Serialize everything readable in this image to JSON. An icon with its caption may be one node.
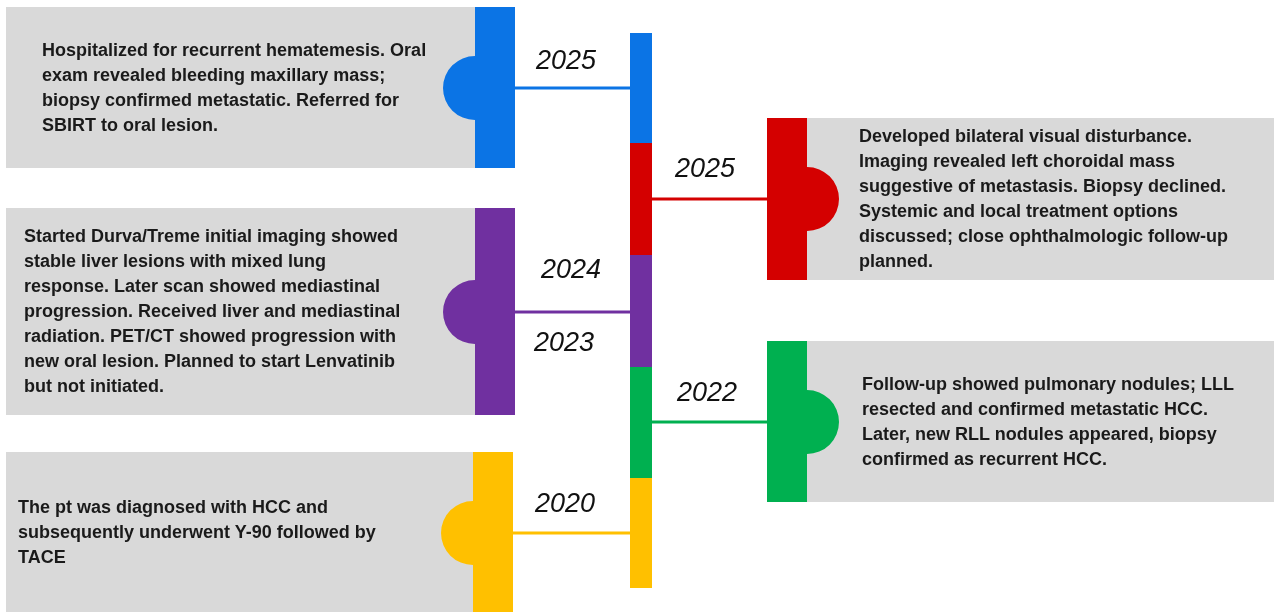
{
  "diagram": {
    "nodes": [
      {
        "text": [
          "Hospitalized for recurrent hematemesis. Oral exam revealed bleeding maxillary mass; biopsy confirmed metastatic. Referred for SBIRT to oral lesion."
        ]
      },
      {
        "text": [
          "Developed bilateral visual disturbance. Imaging revealed left choroidal mass suggestive of metastasis. Biopsy declined. Systemic and local treatment options discussed; close ophthalmologic follow-up planned."
        ]
      },
      {
        "text": [
          "Started Durva/Treme initial imaging showed stable liver lesions with mixed lung response. Later scan showed mediastinal progression. Received liver and mediastinal radiation. PET/CT showed progression with new oral lesion. Planned to start Lenvatinib but not initiated."
        ]
      },
      {
        "text": [
          "Follow-up showed pulmonary nodules; LLL resected and confirmed metastatic HCC. Later, new RLL nodules appeared, biopsy confirmed as recurrent HCC."
        ]
      },
      {
        "text": [
          "The pt was diagnosed with HCC and subsequently underwent Y-90 followed by TACE"
        ]
      },
      {
        "text": [],
        "shape": "bar"
      },
      {
        "text": [],
        "shape": "bar"
      },
      {
        "text": [],
        "shape": "bar"
      },
      {
        "text": [],
        "shape": "bar"
      },
      {
        "text": [],
        "shape": "bar"
      },
      {
        "text": [],
        "shape": "bar",
        "in": 0
      },
      {
        "text": [],
        "shape": "bar",
        "in": 1
      },
      {
        "text": [],
        "shape": "bar",
        "in": 2
      },
      {
        "text": [],
        "shape": "bar",
        "in": 3
      },
      {
        "text": [],
        "shape": "bar",
        "in": 4
      }
    ],
    "edges": [
      {
        "from": 10,
        "to": 5,
        "arrow": "none",
        "color": "#0b74e5"
      },
      {
        "from": 6,
        "to": 11,
        "arrow": "none",
        "color": "#d40000"
      },
      {
        "from": 12,
        "to": 7,
        "arrow": "none",
        "color": "#7030a0"
      },
      {
        "from": 8,
        "to": 13,
        "arrow": "none",
        "color": "#00b050"
      },
      {
        "from": 14,
        "to": 9,
        "arrow": "none",
        "color": "#ffc000"
      }
    ],
    "labels": [
      "2025",
      "2025",
      "2024",
      "2023",
      "2022",
      "2020"
    ]
  }
}
